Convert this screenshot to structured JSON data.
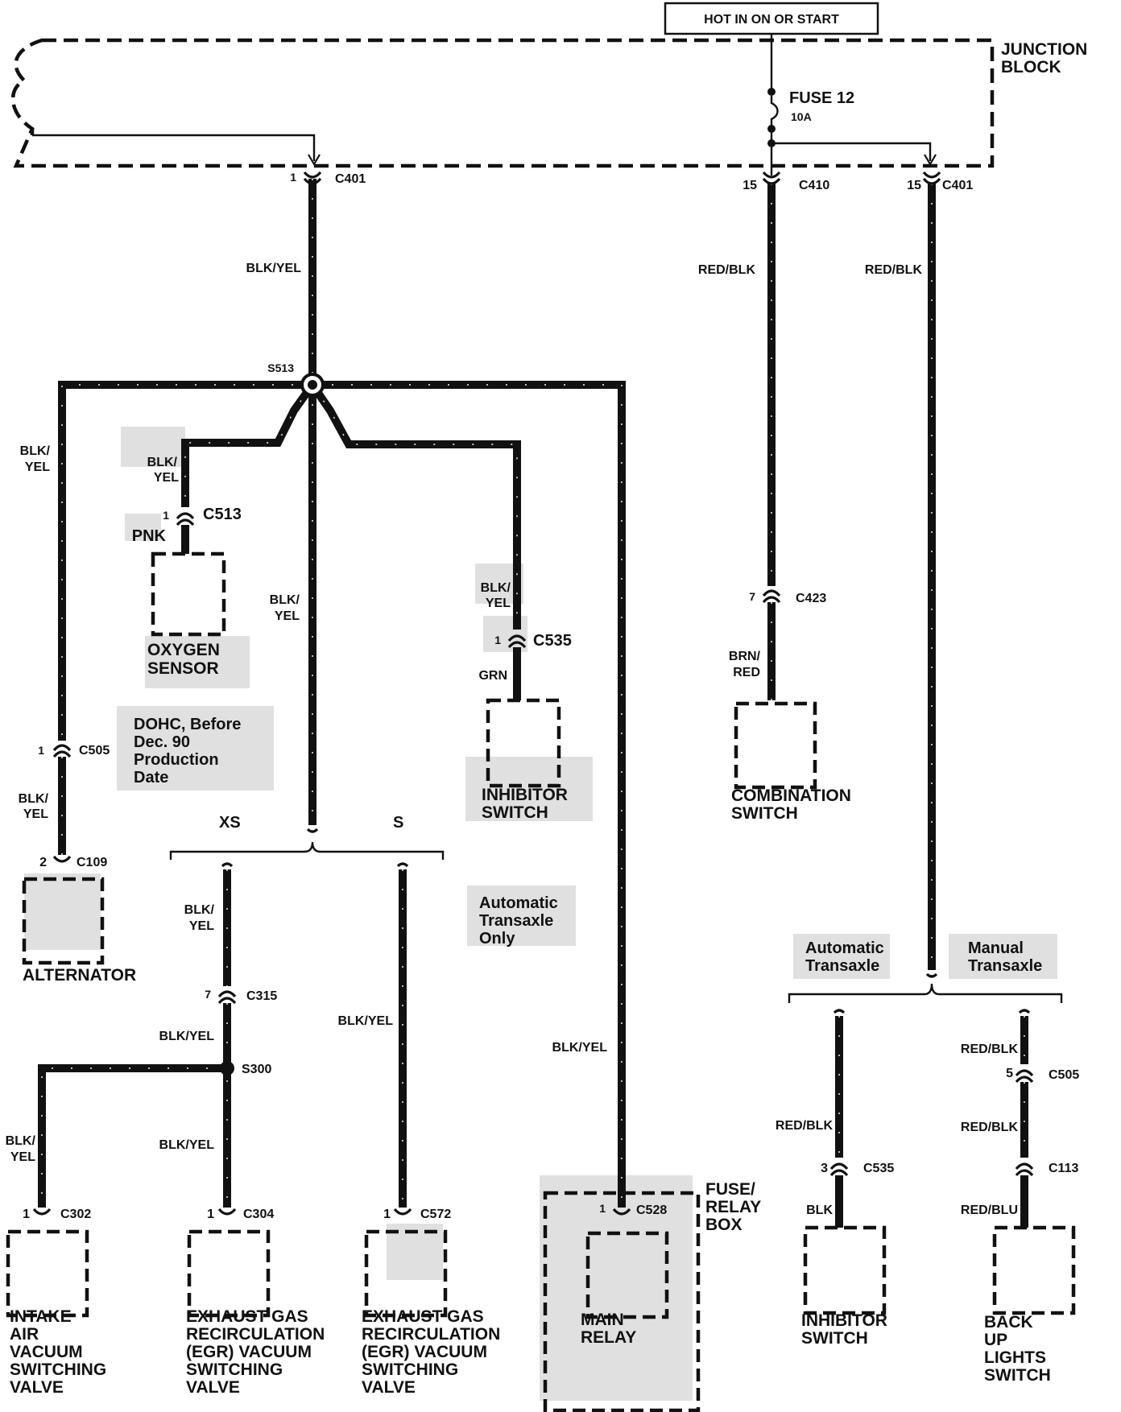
{
  "header": {
    "power_label": "HOT IN ON OR START"
  },
  "junction_block": {
    "label_line1": "JUNCTION",
    "label_line2": "BLOCK",
    "fuse_name": "FUSE 12",
    "fuse_rating": "10A"
  },
  "connectors": {
    "c401_left": {
      "pin": "1",
      "name": "C401"
    },
    "c410": {
      "pin": "15",
      "name": "C410"
    },
    "c401_right": {
      "pin": "15",
      "name": "C401"
    },
    "c513": {
      "pin": "1",
      "name": "C513"
    },
    "c535_top": {
      "pin": "1",
      "name": "C535"
    },
    "c423": {
      "pin": "7",
      "name": "C423"
    },
    "c505_left": {
      "pin": "1",
      "name": "C505"
    },
    "c109": {
      "pin": "2",
      "name": "C109"
    },
    "c315": {
      "pin": "7",
      "name": "C315"
    },
    "c302": {
      "pin": "1",
      "name": "C302"
    },
    "c304": {
      "pin": "1",
      "name": "C304"
    },
    "c572": {
      "pin": "1",
      "name": "C572"
    },
    "c528": {
      "pin": "1",
      "name": "C528"
    },
    "c535_bottom": {
      "pin": "3",
      "name": "C535"
    },
    "c505_right": {
      "pin": "5",
      "name": "C505"
    },
    "c113": {
      "name": "C113"
    }
  },
  "splices": {
    "s513": "S513",
    "s300": "S300"
  },
  "wires": {
    "blk_yel": "BLK/YEL",
    "blk_slash": "BLK/",
    "yel": "YEL",
    "red_blk": "RED/BLK",
    "pnk": "PNK",
    "grn": "GRN",
    "brn_slash": "BRN/",
    "red": "RED",
    "blk": "BLK",
    "red_blu": "RED/BLU"
  },
  "notes": {
    "dohc": [
      "DOHC, Before",
      "Dec. 90",
      "Production",
      "Date"
    ],
    "auto_only": [
      "Automatic",
      "Transaxle",
      "Only"
    ],
    "xs": "XS",
    "s": "S",
    "automatic_transaxle": [
      "Automatic",
      "Transaxle"
    ],
    "manual_transaxle": [
      "Manual",
      "Transaxle"
    ]
  },
  "components": {
    "oxygen_sensor": [
      "OXYGEN",
      "SENSOR"
    ],
    "inhibitor_switch_top": [
      "INHIBITOR",
      "SWITCH"
    ],
    "combination_switch": [
      "COMBINATION",
      "SWITCH"
    ],
    "alternator": [
      "ALTERNATOR"
    ],
    "intake_valve": [
      "INTAKE",
      "AIR",
      "VACUUM",
      "SWITCHING",
      "VALVE"
    ],
    "egr_valve_xs": [
      "EXHAUST GAS",
      "RECIRCULATION",
      "(EGR) VACUUM",
      "SWITCHING",
      "VALVE"
    ],
    "egr_valve_s": [
      "EXHAUST GAS",
      "RECIRCULATION",
      "(EGR) VACUUM",
      "SWITCHING",
      "VALVE"
    ],
    "fuse_relay_box": [
      "FUSE/",
      "RELAY",
      "BOX"
    ],
    "main_relay": [
      "MAIN",
      "RELAY"
    ],
    "inhibitor_switch_bottom": [
      "INHIBITOR",
      "SWITCH"
    ],
    "backup_lights_switch": [
      "BACK",
      "UP",
      "LIGHTS",
      "SWITCH"
    ]
  }
}
